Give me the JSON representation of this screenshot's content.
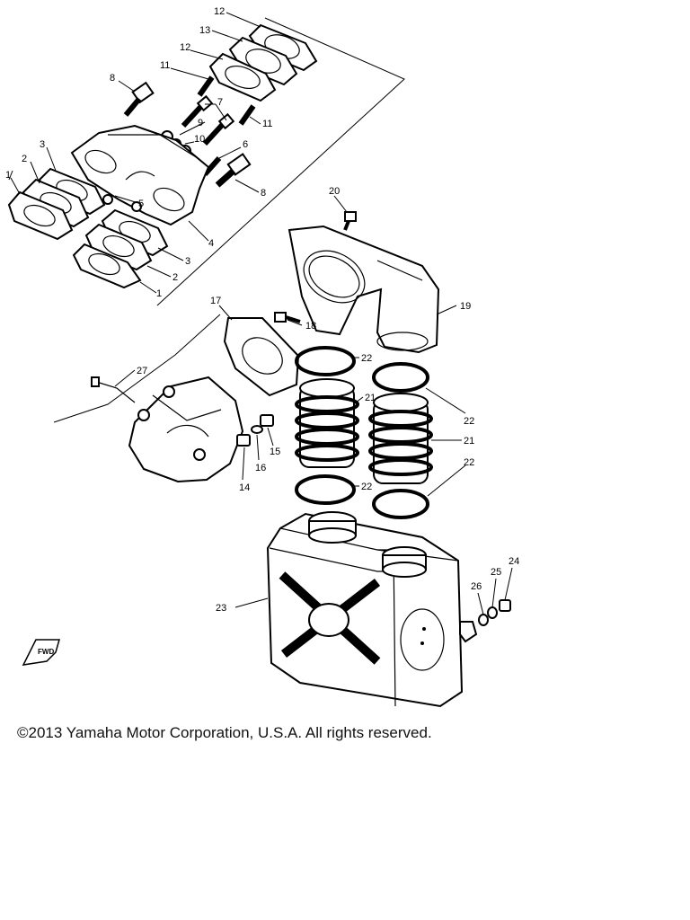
{
  "callouts": [
    "1",
    "2",
    "3",
    "4",
    "5",
    "6",
    "7",
    "8",
    "9",
    "10",
    "11",
    "12",
    "13",
    "14",
    "15",
    "16",
    "17",
    "18",
    "19",
    "20",
    "21",
    "22",
    "23",
    "24",
    "25",
    "26",
    "27"
  ],
  "front_marker": "FWD",
  "copyright": "©2013 Yamaha Motor Corporation, U.S.A. All rights reserved."
}
